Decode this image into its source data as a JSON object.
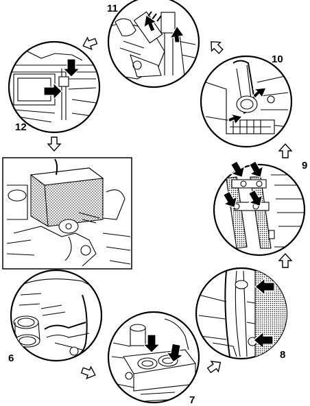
{
  "steps": [
    {
      "id": "step-6",
      "label": "6"
    },
    {
      "id": "step-7",
      "label": "7"
    },
    {
      "id": "step-8",
      "label": "8"
    },
    {
      "id": "step-9",
      "label": "9"
    },
    {
      "id": "step-10",
      "label": "10"
    },
    {
      "id": "step-11",
      "label": "11"
    },
    {
      "id": "step-12",
      "label": "12"
    }
  ],
  "colors": {
    "ink": "#000000",
    "paper": "#ffffff"
  }
}
